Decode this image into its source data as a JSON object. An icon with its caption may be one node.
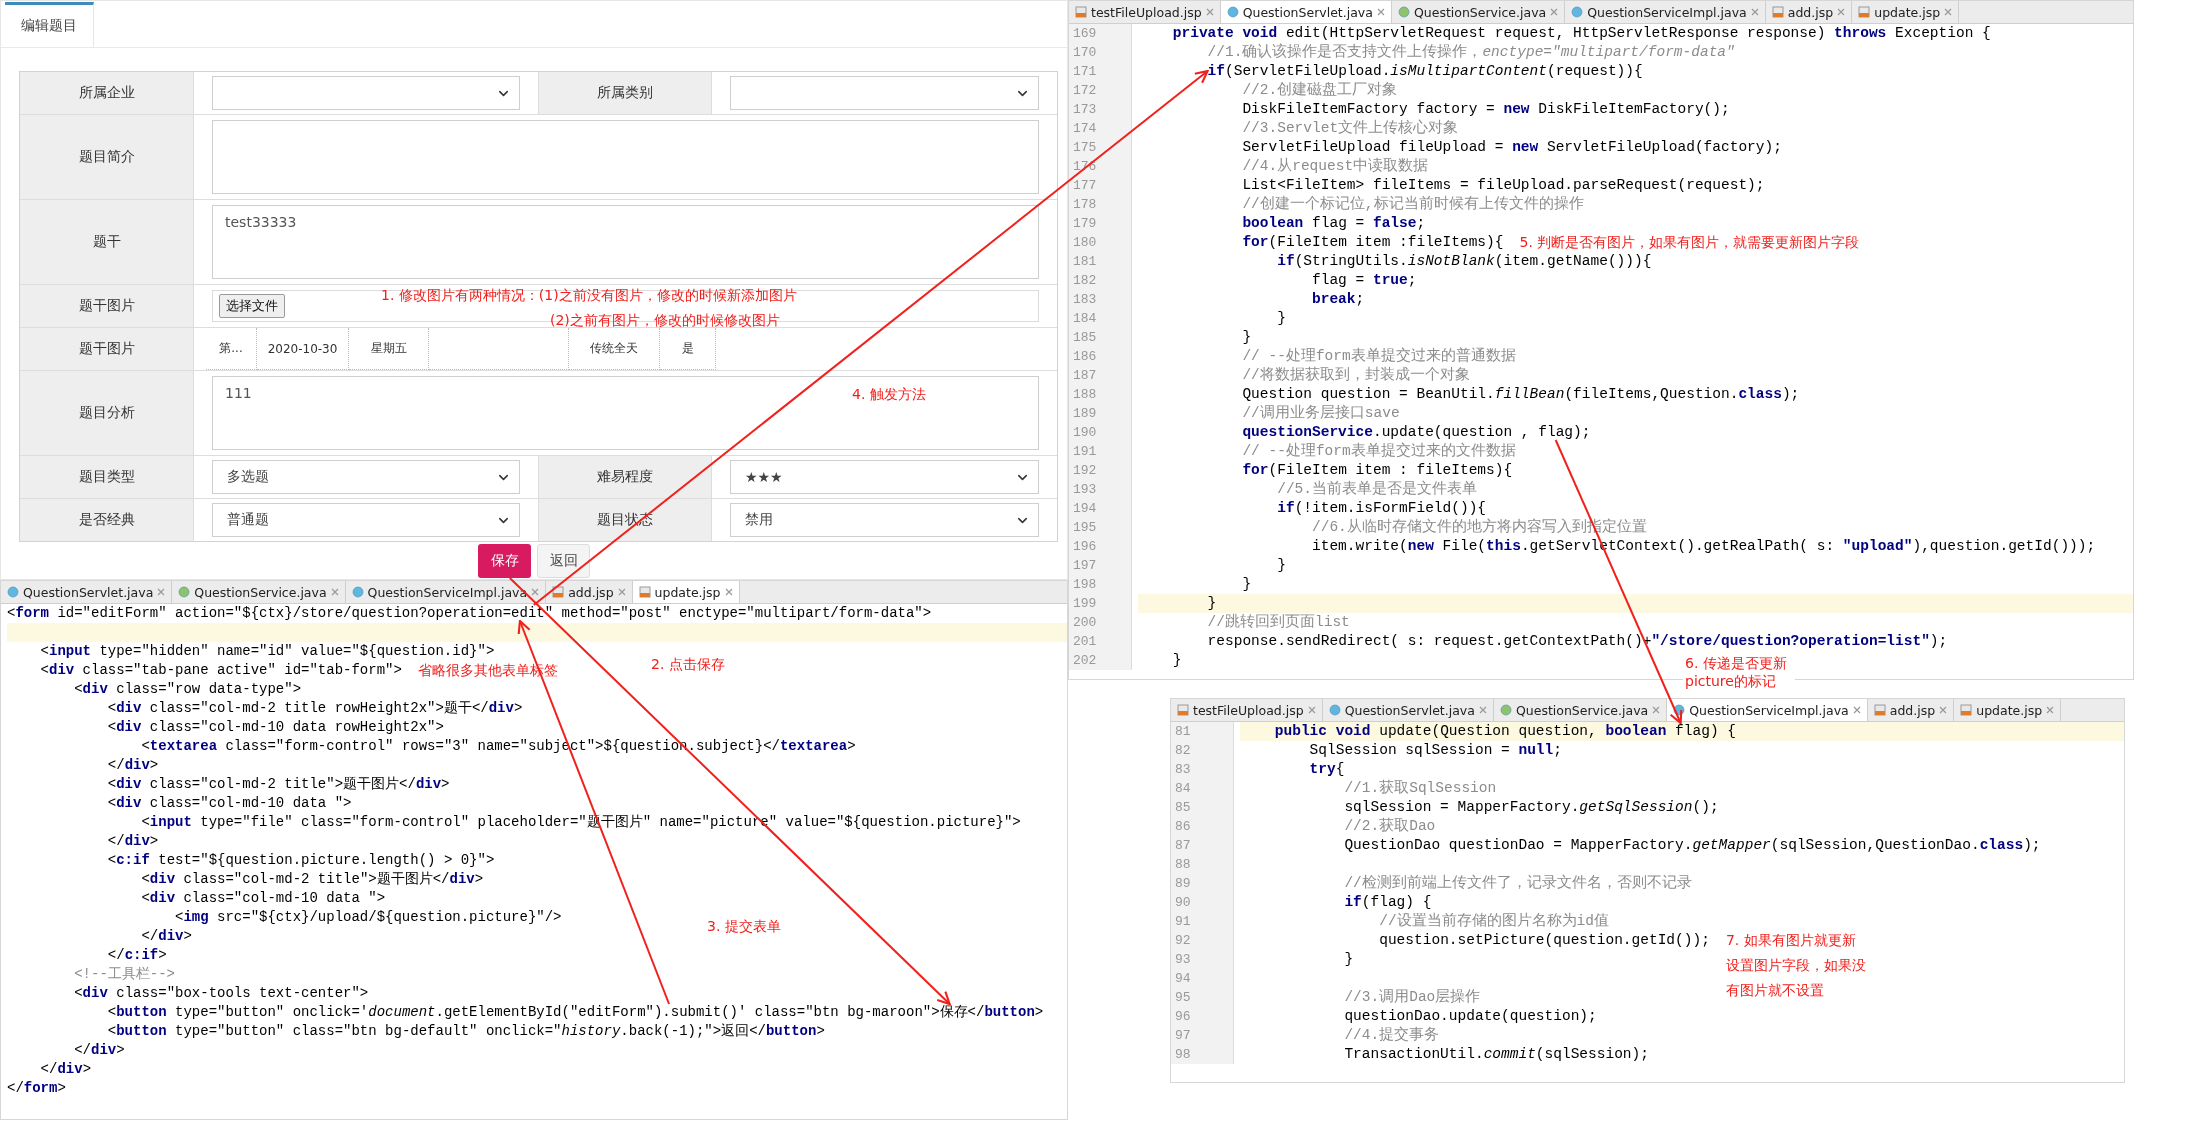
{
  "diagram": {
    "nodes": [
      {
        "text": [
          "编辑题目",
          "所属企业",
          "所属类别",
          "题目简介",
          "题干",
          "test33333",
          "题干图片",
          "选择文件",
          "题干图片",
          "第...",
          "2020-10-30",
          "星期五",
          "传统全天",
          "是",
          "题目分析",
          "111",
          "题目类型",
          "多选题",
          "难易程度",
          "★★★",
          "是否经典",
          "普通题",
          "题目状态",
          "禁用",
          "返回"
        ]
      },
      {
        "text": [
          "保存"
        ],
        "in": 0
      },
      {
        "text": [
          "QuestionServlet.java",
          "QuestionService.java",
          "QuestionServiceImpl.java",
          "add.jsp",
          "update.jsp",
          "<**input** type=\"hidden\" name=\"id\" value=\"${question.id}\">",
          "<**div** class=\"tab-pane active\" id=\"tab-form\">",
          "<**div** class=\"row data-type\">",
          "<**div** class=\"col-md-2 title rowHeight2x\">题干</**div**>",
          "<**div** class=\"col-md-10 data rowHeight2x\">",
          "<**textarea** class=\"form-control\" rows=\"3\" name=\"subject\">${question.subject}</**textarea**>",
          "</**div**>",
          "<**div** class=\"col-md-2 title\">题干图片</**div**>",
          "<**div** class=\"col-md-10 data \">",
          "<**input** type=\"file\" class=\"form-control\" placeholder=\"题干图片\" name=\"picture\" value=\"${question.picture}\">",
          "</**div**>",
          "<**c:if** test=\"${question.picture.length() > 0}\">",
          "<**div** class=\"col-md-2 title\">题干图片</**div**>",
          "<**div** class=\"col-md-10 data \">",
          "<**img** src=\"${ctx}/upload/${question.picture}\"/>",
          "</**div**>",
          "</**c:if**>",
          "<!--工具栏-->",
          "<**div** class=\"box-tools text-center\">",
          "<**button** type=\"button\" class=\"btn bg-default\" onclick=\"*history*.back(-1);\">返回</**button**>",
          "</**div**>",
          "</**div**>",
          "</**form**>"
        ]
      },
      {
        "text": [
          "<**form** id=\"editForm\" action=\"${ctx}/store/question?operation=edit\" method=\"post\" enctype=\"multipart/form-data\">"
        ],
        "in": 2
      },
      {
        "text": [
          "<**button** type=\"button\" onclick='*document*.getElementById(\"editForm\").submit()' class=\"btn bg-maroon\">保存</**button**>"
        ],
        "in": 2
      },
      {
        "text": [
          "testFileUpload.jsp",
          "QuestionServlet.java",
          "QuestionService.java",
          "QuestionServiceImpl.java",
          "add.jsp",
          "update.jsp",
          "169",
          "170",
          "171",
          "172",
          "173",
          "174",
          "175",
          "176",
          "177",
          "178",
          "179",
          "180",
          "181",
          "182",
          "183",
          "184",
          "185",
          "186",
          "187",
          "188",
          "189",
          "190",
          "191",
          "192",
          "193",
          "194",
          "195",
          "196",
          "197",
          "198",
          "199",
          "200",
          "201",
          "202",
          "**private void** edit(HttpServletRequest request, HttpServletResponse response) **throws** Exception {",
          "//1.确认该操作是否支持文件上传操作，*enctype=\"multipart/form-data\"*",
          "//2.创建磁盘工厂对象",
          "DiskFileItemFactory factory = **new** DiskFileItemFactory();",
          "//3.Servlet文件上传核心对象",
          "ServletFileUpload fileUpload = **new** ServletFileUpload(factory);",
          "//4.从request中读取数据",
          "List<FileItem> fileItems = fileUpload.parseRequest(request);",
          "//创建一个标记位,标记当前时候有上传文件的操作",
          "**boolean** flag = **false**;",
          "**for**(FileItem item :fileItems){",
          "**if**(StringUtils.*isNotBlank*(item.getName())){",
          "flag = **true**;",
          "**break**;",
          "}",
          "}",
          "// --处理form表单提交过来的普通数据",
          "//将数据获取到，封装成一个对象",
          "Question question = BeanUtil.*fillBean*(fileItems,Question.**class**);",
          "//调用业务层接口save",
          "// --处理form表单提交过来的文件数据",
          "**for**(FileItem item : fileItems){",
          "//5.当前表单是否是文件表单",
          "**if**(!item.isFormField()){",
          "//6.从临时存储文件的地方将内容写入到指定位置",
          "item.write(**new** File(**this**.getServletContext().getRealPath( s: **\"upload\"**),question.getId()));",
          "}",
          "}",
          "}",
          "//跳转回到页面list",
          "response.sendRedirect( s: request.getContextPath()+**\"/store/question?operation=list\"**);",
          "}"
        ]
      },
      {
        "text": [
          "**if**(ServletFileUpload.*isMultipartContent*(request)){"
        ],
        "in": 5
      },
      {
        "text": [
          "**questionService**.update(question , flag);"
        ],
        "in": 5
      },
      {
        "text": [
          "testFileUpload.jsp",
          "QuestionServlet.java",
          "QuestionService.java",
          "QuestionServiceImpl.java",
          "add.jsp",
          "update.jsp",
          "81",
          "82",
          "83",
          "84",
          "85",
          "86",
          "87",
          "88",
          "89",
          "90",
          "91",
          "92",
          "93",
          "94",
          "95",
          "96",
          "97",
          "98",
          "SqlSession sqlSession = **null**;",
          "**try**{",
          "//1.获取SqlSession",
          "sqlSession = MapperFactory.*getSqlSession*();",
          "//2.获取Dao",
          "QuestionDao questionDao = MapperFactory.*getMapper*(sqlSession,QuestionDao.**class**);",
          "//检测到前端上传文件了，记录文件名，否则不记录",
          "**if**(flag) {",
          "//设置当前存储的图片名称为id值",
          "question.setPicture(question.getId());",
          "}",
          "//3.调用Dao层操作",
          "questionDao.update(question);",
          "//4.提交事务",
          "TransactionUtil.*commit*(sqlSession);"
        ]
      },
      {
        "text": [
          "**public void** update(Question question, **boolean** flag) {"
        ],
        "in": 8
      }
    ],
    "edges": [
      {
        "from": 1,
        "to": 4,
        "arrow": "to",
        "label": "2. 点击保存"
      },
      {
        "from": 4,
        "to": 3,
        "arrow": "to",
        "label": "3. 提交表单"
      },
      {
        "from": 3,
        "to": 6,
        "arrow": "to",
        "label": "4. 触发方法"
      },
      {
        "from": 7,
        "to": 9,
        "arrow": "to",
        "label": "6. 传递是否更新picture的标记"
      }
    ],
    "labels": [
      "1. 修改图片有两种情况：(1)之前没有图片，修改的时候新添加图片",
      "(2)之前有图片，修改的时候修改图片",
      "省略很多其他表单标签",
      "5. 判断是否有图片，如果有图片，就需要更新图片字段",
      "7. 如果有图片就更新设置图片字段，如果没有图片就不设置"
    ]
  }
}
